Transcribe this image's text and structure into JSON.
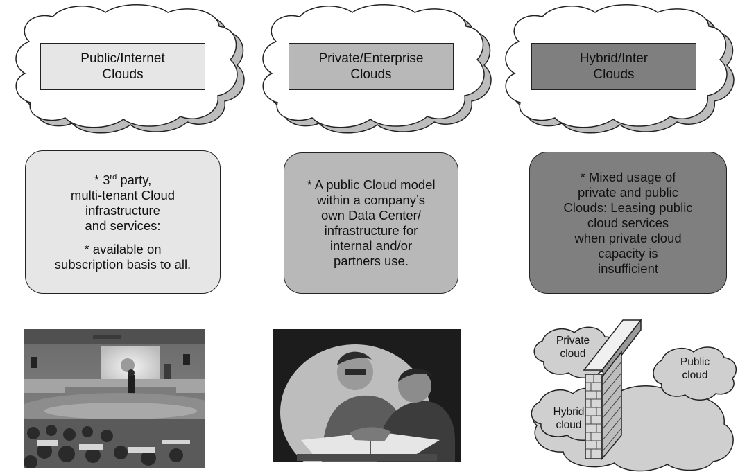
{
  "categories": [
    {
      "title_line1": "Public/Internet",
      "title_line2": "Clouds",
      "fill": "#e6e6e6",
      "desc_line1_pre": "* 3",
      "desc_line1_sup": "rd",
      "desc_line1_post": " party,",
      "desc_line2": "multi-tenant Cloud",
      "desc_line3": "infrastructure",
      "desc_line4": "and services:",
      "desc_line5": "* available on",
      "desc_line6": "subscription basis to all."
    },
    {
      "title_line1": "Private/Enterprise",
      "title_line2": "Clouds",
      "fill": "#b8b8b8",
      "desc_line1": "* A public Cloud model",
      "desc_line2": "within a company’s",
      "desc_line3": "own Data Center/",
      "desc_line4": "infrastructure for",
      "desc_line5": "internal and/or",
      "desc_line6": "partners use."
    },
    {
      "title_line1": "Hybrid/Inter",
      "title_line2": "Clouds",
      "fill": "#7f7f7f",
      "desc_line1": "* Mixed usage of",
      "desc_line2": "private and public",
      "desc_line3": "Clouds: Leasing public",
      "desc_line4": "cloud services",
      "desc_line5": "when private cloud",
      "desc_line6": "capacity is",
      "desc_line7": "insufficient"
    }
  ],
  "hybrid_diagram": {
    "private_line1": "Private",
    "private_line2": "cloud",
    "public_line1": "Public",
    "public_line2": "cloud",
    "hybrid_line1": "Hybrid",
    "hybrid_line2": "cloud"
  },
  "illustrations": {
    "public": "auditorium-photo",
    "private": "people-reading-illustration",
    "hybrid": "hybrid-cloud-firewall-diagram"
  }
}
